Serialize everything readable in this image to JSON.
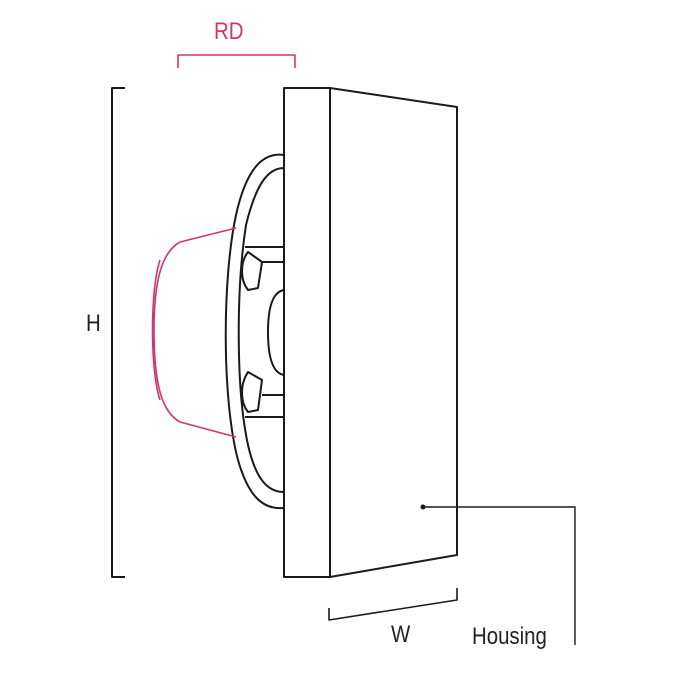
{
  "labels": {
    "rd": "RD",
    "h": "H",
    "w": "W",
    "housing": "Housing"
  },
  "colors": {
    "line": "#1a1a1a",
    "accent": "#d6336c"
  }
}
